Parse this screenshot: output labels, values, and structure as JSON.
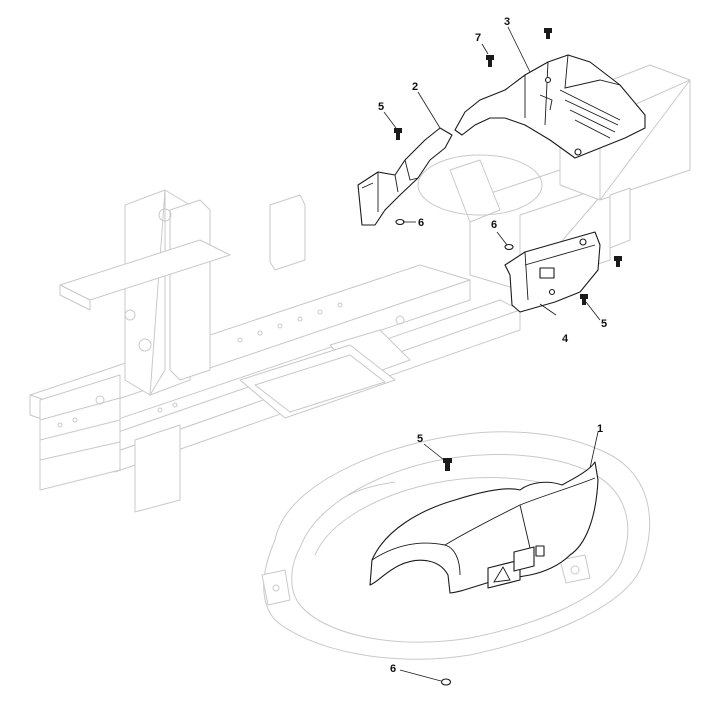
{
  "diagram": {
    "callouts": [
      {
        "id": "c1",
        "label": "1"
      },
      {
        "id": "c2",
        "label": "2"
      },
      {
        "id": "c3",
        "label": "3"
      },
      {
        "id": "c4",
        "label": "4"
      },
      {
        "id": "c5a",
        "label": "5"
      },
      {
        "id": "c5b",
        "label": "5"
      },
      {
        "id": "c5c",
        "label": "5"
      },
      {
        "id": "c6a",
        "label": "6"
      },
      {
        "id": "c6b",
        "label": "6"
      },
      {
        "id": "c6c",
        "label": "6"
      },
      {
        "id": "c7",
        "label": "7"
      }
    ],
    "colors": {
      "background": "#ffffff",
      "ghost_outline": "#c9c9c9",
      "part_outline": "#1a1a1a"
    }
  }
}
